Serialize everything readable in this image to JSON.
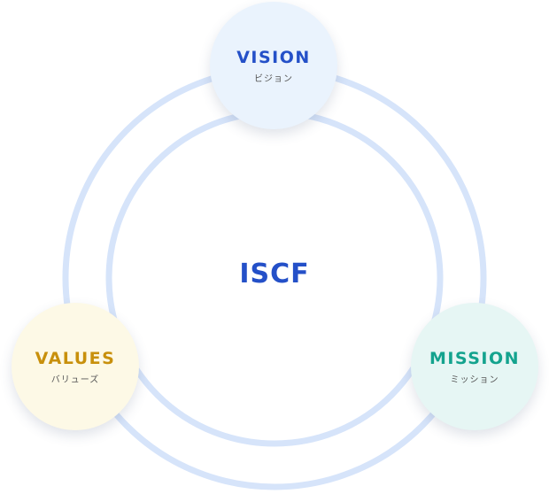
{
  "center": {
    "label": "ISCF"
  },
  "nodes": [
    {
      "key": "vision",
      "title": "VISION",
      "subtitle": "ビジョン",
      "color": "#2450c8",
      "background": "#eaf3fd"
    },
    {
      "key": "mission",
      "title": "MISSION",
      "subtitle": "ミッション",
      "color": "#14a38e",
      "background": "#e6f6f4"
    },
    {
      "key": "values",
      "title": "VALUES",
      "subtitle": "バリューズ",
      "color": "#c8900c",
      "background": "#fdf9e6"
    }
  ],
  "colors": {
    "ring": "#d6e4fa",
    "center_text": "#2450c8",
    "subtitle_text": "#555555"
  }
}
